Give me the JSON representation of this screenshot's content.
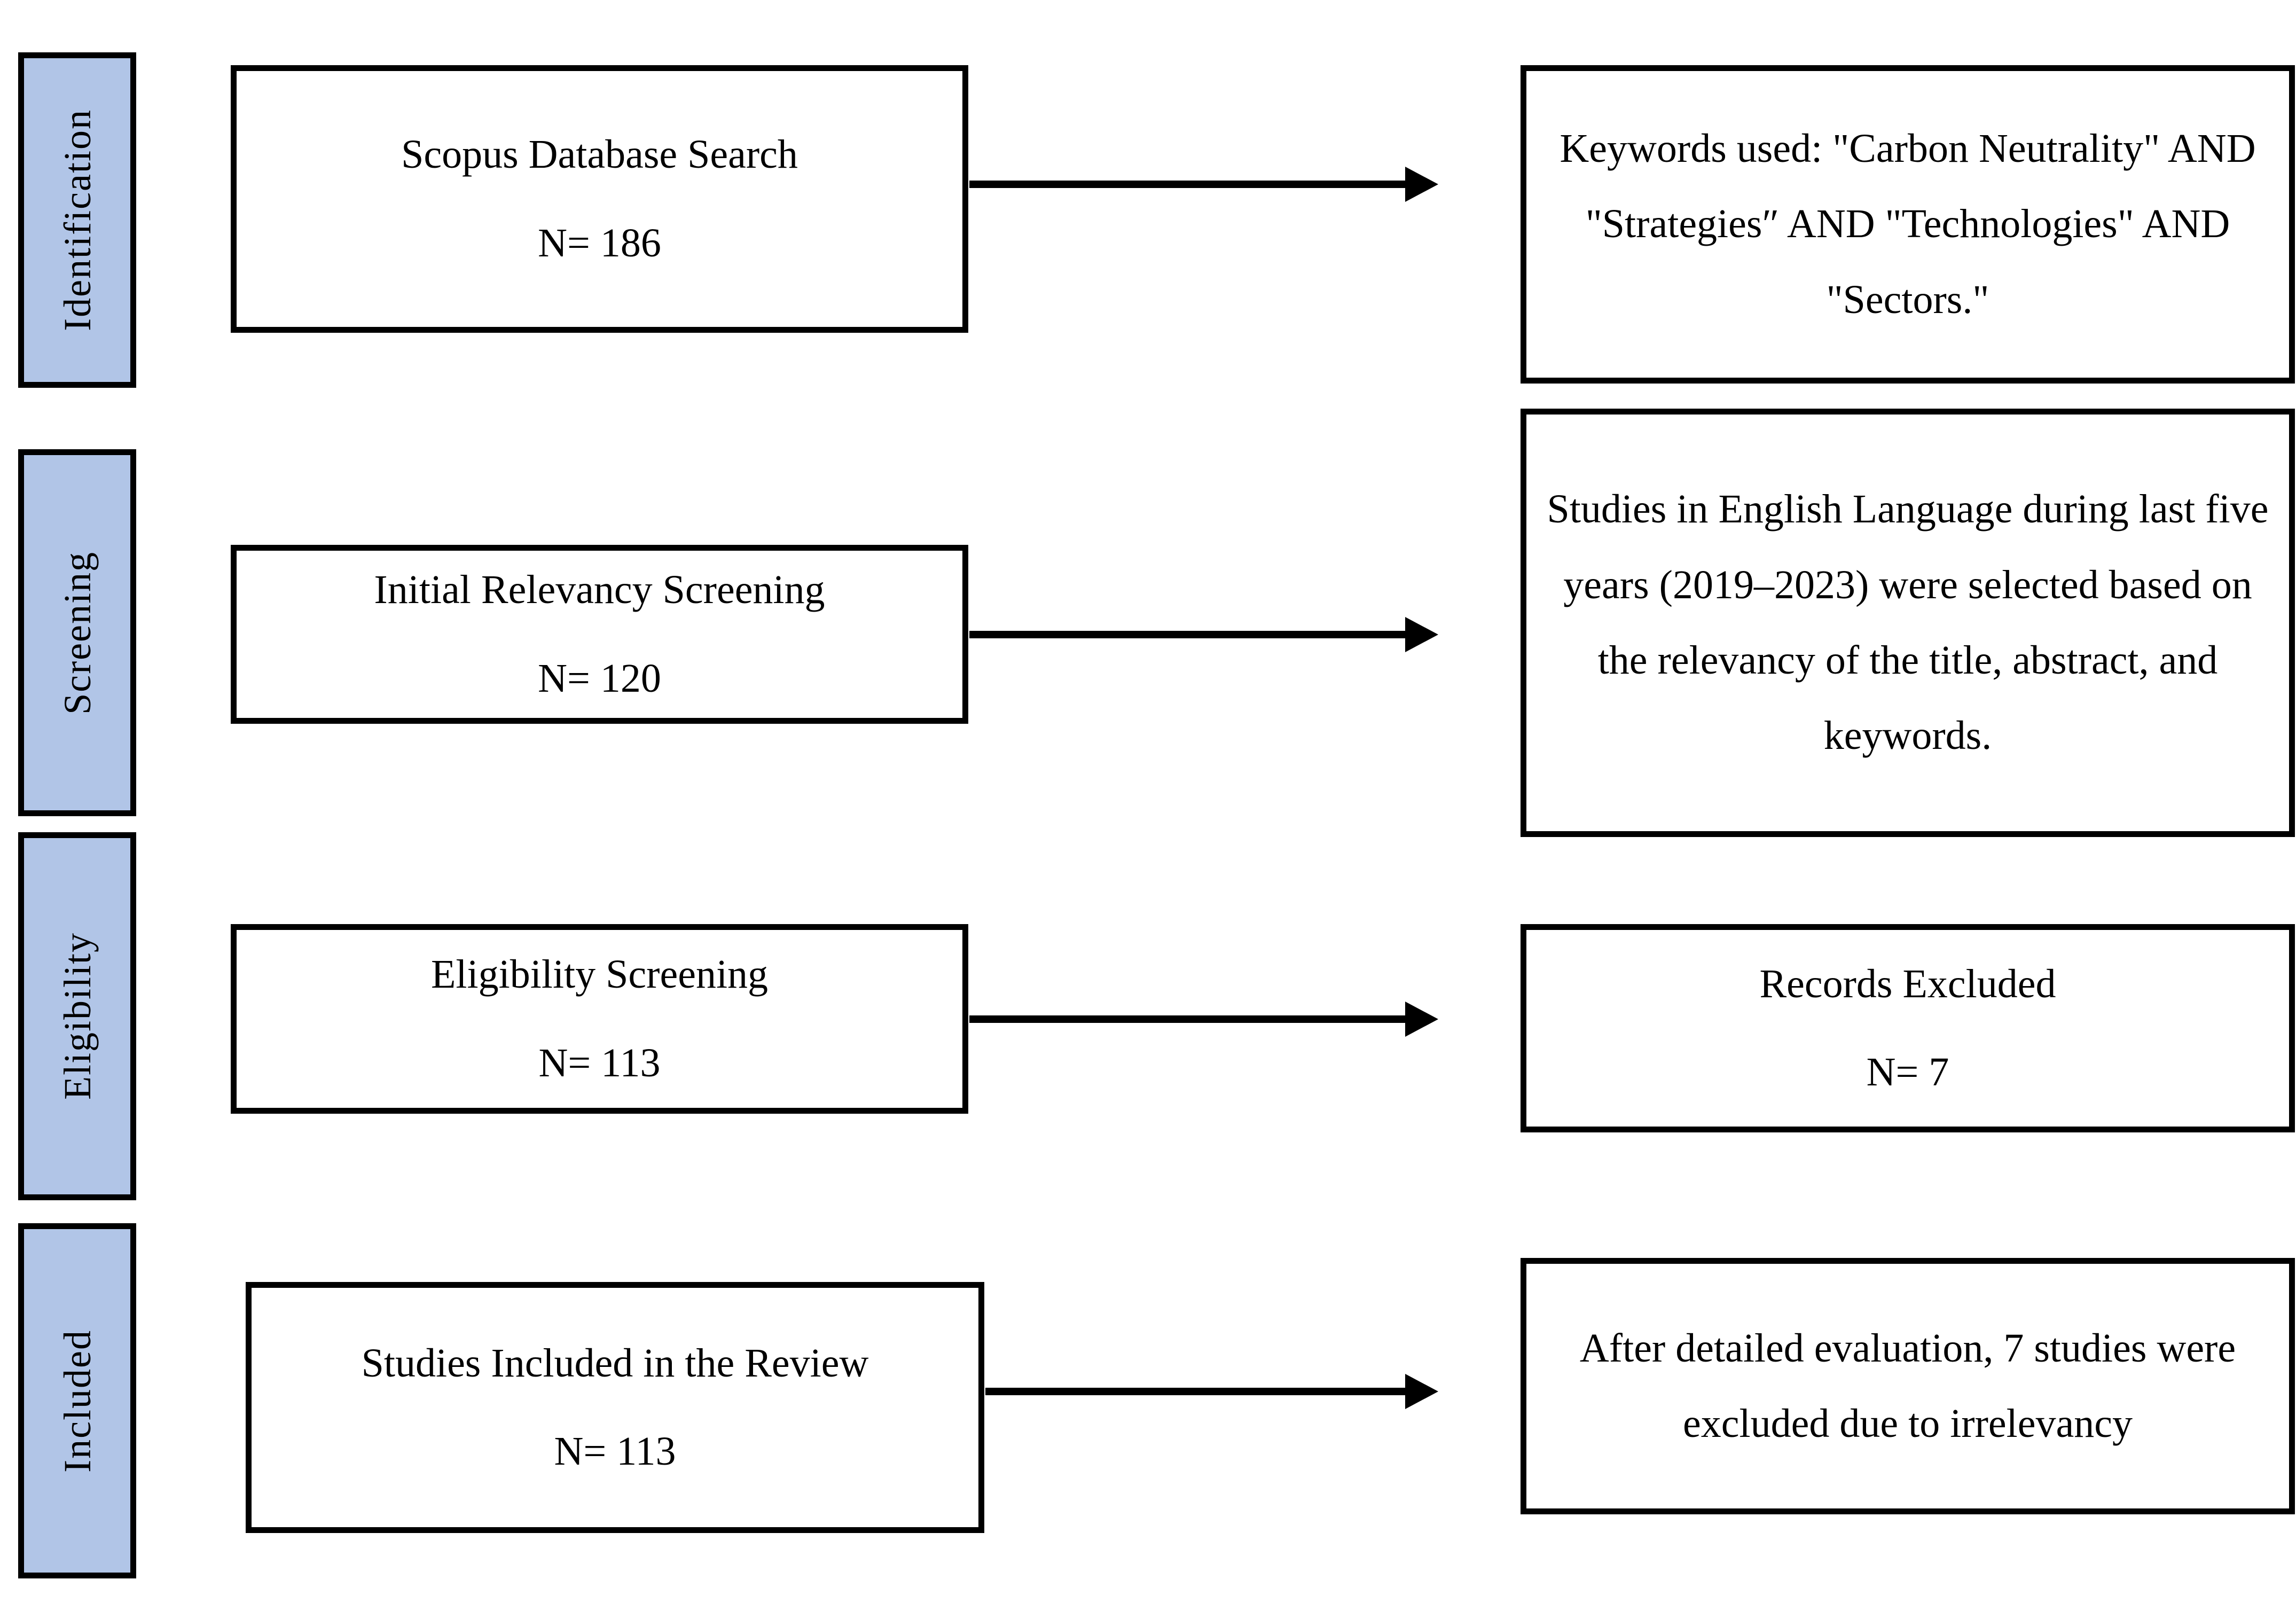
{
  "diagram": {
    "type": "prisma-flow-diagram",
    "accent_color": "#b1c5e7",
    "line_color": "#000000",
    "background_color": "#ffffff",
    "stages": [
      {
        "label": "Identification"
      },
      {
        "label": "Screening"
      },
      {
        "label": "Eligibility"
      },
      {
        "label": "Included"
      }
    ],
    "rows": [
      {
        "stage": "Identification",
        "left_box": {
          "title": "Scopus Database Search",
          "count": "N= 186"
        },
        "arrow": {
          "direction": "right"
        },
        "right_box": {
          "text": "Keywords used: \"Carbon Neutrality\" AND \"Strategies″ AND \"Technologies\" AND \"Sectors.\""
        }
      },
      {
        "stage": "Screening",
        "left_box": {
          "title": "Initial Relevancy Screening",
          "count": "N= 120"
        },
        "arrow": {
          "direction": "right"
        },
        "right_box": {
          "text": "Studies in English Language during last five years (2019–2023) were selected based on the relevancy of the title, abstract, and keywords."
        }
      },
      {
        "stage": "Eligibility",
        "left_box": {
          "title": "Eligibility Screening",
          "count": "N= 113"
        },
        "arrow": {
          "direction": "right"
        },
        "right_box": {
          "title": "Records Excluded",
          "count": "N= 7"
        }
      },
      {
        "stage": "Included",
        "left_box": {
          "title": "Studies Included in the Review",
          "count": "N= 113"
        },
        "arrow": {
          "direction": "right"
        },
        "right_box": {
          "text": "After detailed evaluation, 7 studies were excluded due to irrelevancy"
        }
      }
    ]
  }
}
